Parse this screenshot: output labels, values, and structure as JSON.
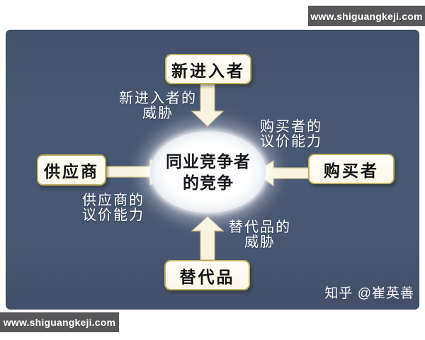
{
  "watermark": {
    "text": "www.shiguangkeji.com"
  },
  "attribution": {
    "text": "知乎 @崔英善"
  },
  "diagram": {
    "center": {
      "line1": "同业竞争者",
      "line2": "的竞争"
    },
    "nodes": {
      "top": {
        "label": "新进入者"
      },
      "left": {
        "label": "供应商"
      },
      "right": {
        "label": "购买者"
      },
      "bottom": {
        "label": "替代品"
      }
    },
    "labels": {
      "top": {
        "line1": "新进入者的",
        "line2": "威胁"
      },
      "right": {
        "line1": "购买者的",
        "line2": "议价能力"
      },
      "left": {
        "line1": "供应商的",
        "line2": "议价能力"
      },
      "bottom": {
        "line1": "替代品的",
        "line2": "威胁"
      }
    },
    "colors": {
      "panel_background": "#485772",
      "node_fill": "#fdfbee",
      "node_border": "#c2b162",
      "arrow_fill": "#f8f3de",
      "arrow_outline": "#ccbe88",
      "banner_background": "#58585a",
      "ellipse_fill": "#ffffff",
      "text_light": "#ffffff",
      "text_dark": "#131313"
    }
  }
}
